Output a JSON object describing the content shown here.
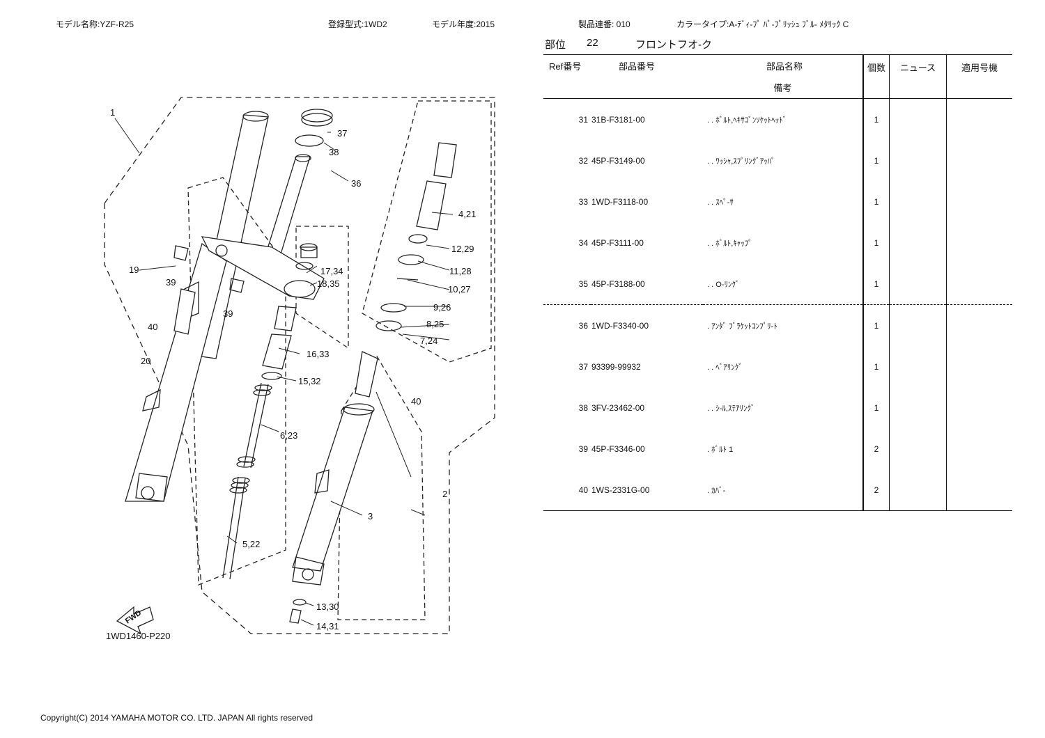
{
  "header": {
    "model_name": "モデル名称:YZF-R25",
    "registration": "登録型式:1WD2",
    "model_year": "モデル年度:2015",
    "serial": "製品連番: 010",
    "color_type": "カラータイプ:A-ﾃﾞｨ-ﾌﾟ ﾊﾟ-ﾌﾟﾘｯｼｭ ﾌﾞﾙ- ﾒﾀﾘｯｸ C"
  },
  "section": {
    "label": "部位",
    "number": "22",
    "title": "フロントフオ-ク"
  },
  "table": {
    "headers": {
      "ref": "Ref番号",
      "part_no": "部品番号",
      "name": "部品名称",
      "remarks": "備考",
      "qty": "個数",
      "news": "ニュース",
      "applicable": "適用号機"
    },
    "rows": [
      {
        "ref": "31",
        "part_no": "31B-F3181-00",
        "name": ". . ﾎﾞﾙﾄ,ﾍｷｻｺﾞﾝｿｹｯﾄﾍｯﾄﾞ",
        "qty": "1"
      },
      {
        "ref": "32",
        "part_no": "45P-F3149-00",
        "name": ". . ﾜｯｼｬ,ｽﾌﾟﾘﾝｸﾞｱｯﾊﾟ",
        "qty": "1"
      },
      {
        "ref": "33",
        "part_no": "1WD-F3118-00",
        "name": ". . ｽﾍﾟ-ｻ",
        "qty": "1"
      },
      {
        "ref": "34",
        "part_no": "45P-F3111-00",
        "name": ". . ﾎﾞﾙﾄ,ｷｬｯﾌﾟ",
        "qty": "1"
      },
      {
        "ref": "35",
        "part_no": "45P-F3188-00",
        "name": ". . O-ﾘﾝｸﾞ",
        "qty": "1"
      },
      {
        "ref": "36",
        "part_no": "1WD-F3340-00",
        "name": ". ｱﾝﾀﾞ ﾌﾞﾗｹｯﾄｺﾝﾌﾟﾘ-ﾄ",
        "qty": "1"
      },
      {
        "ref": "37",
        "part_no": "93399-99932",
        "name": ". . ﾍﾞｱﾘﾝｸﾞ",
        "qty": "1"
      },
      {
        "ref": "38",
        "part_no": "3FV-23462-00",
        "name": ". . ｼ-ﾙ,ｽﾃｱﾘﾝｸﾞ",
        "qty": "1"
      },
      {
        "ref": "39",
        "part_no": "45P-F3346-00",
        "name": ". ﾎﾞﾙﾄ 1",
        "qty": "2"
      },
      {
        "ref": "40",
        "part_no": "1WS-2331G-00",
        "name": ". ｶﾊﾞ-",
        "qty": "2"
      }
    ]
  },
  "diagram": {
    "callouts": [
      "1",
      "37",
      "38",
      "36",
      "4,21",
      "12,29",
      "19",
      "39",
      "17,34",
      "11,28",
      "18,35",
      "10,27",
      "39",
      "40",
      "9,26",
      "8,25",
      "7,24",
      "20",
      "16,33",
      "15,32",
      "40",
      "6,23",
      "2",
      "3",
      "5,22",
      "13,30",
      "14,31"
    ],
    "fwd_label": "FWD",
    "diagram_code": "1WD1460-P220"
  },
  "footer": {
    "copyright": "Copyright(C) 2014 YAMAHA MOTOR CO. LTD. JAPAN All rights reserved"
  }
}
